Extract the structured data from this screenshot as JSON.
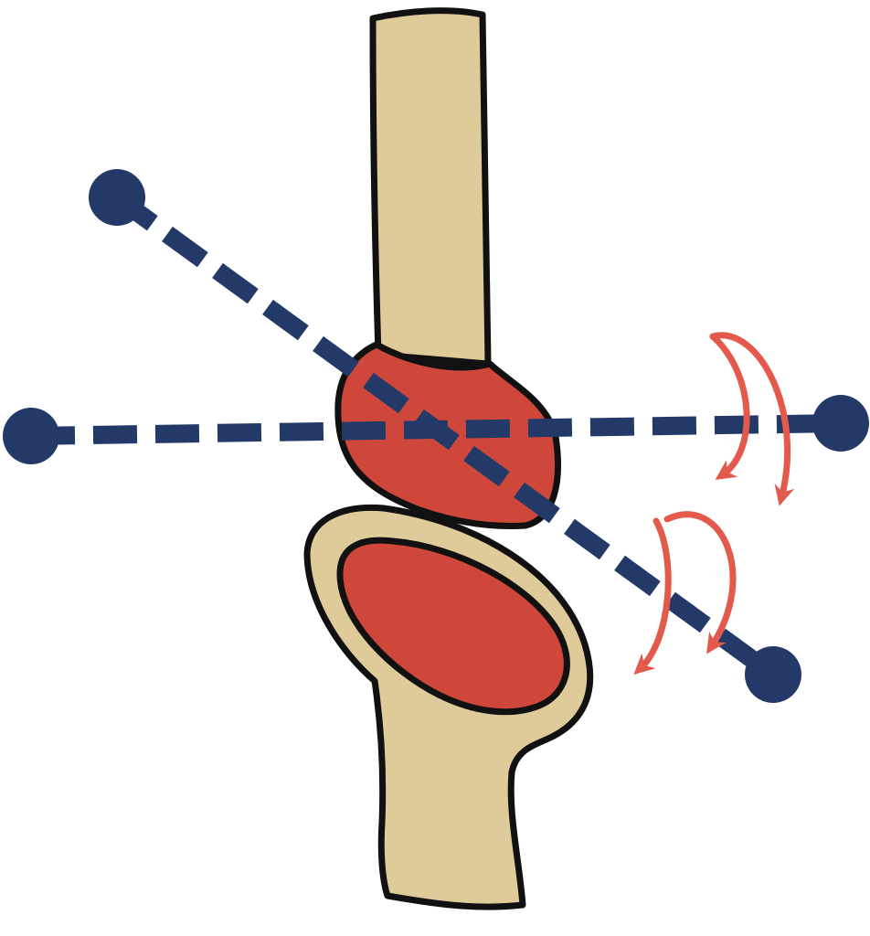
{
  "colors": {
    "bone": "#dfcb99",
    "cartilage": "#cf473b",
    "outline": "#111111",
    "axis": "#233a69",
    "rotation_arrow": "#e35a4d",
    "background": "#ffffff"
  },
  "parts": [
    "upper-bone-shaft",
    "upper-bone-joint-head",
    "lower-bone-socket",
    "lower-bone-articular-surface",
    "horizontal-rotation-axis",
    "oblique-rotation-axis",
    "rotation-arrow-upper",
    "rotation-arrow-lower"
  ]
}
